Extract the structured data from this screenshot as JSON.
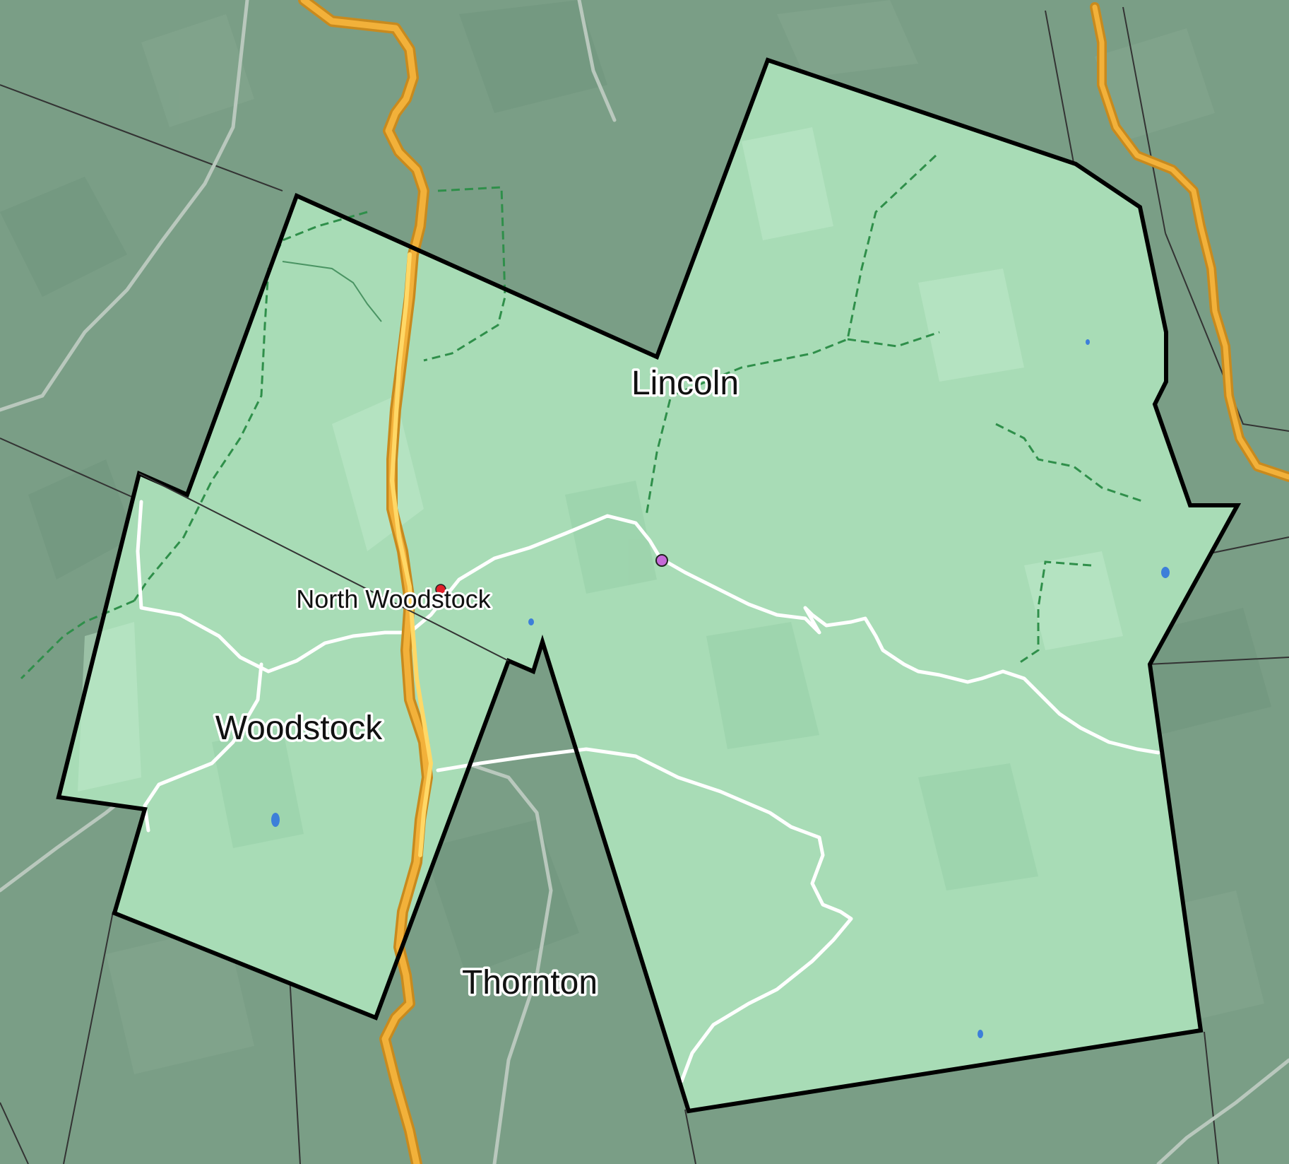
{
  "map": {
    "type": "township-boundary-map",
    "labels": {
      "lincoln": "Lincoln",
      "north_woodstock": "North Woodstock",
      "woodstock": "Woodstock",
      "thornton": "Thornton"
    },
    "colors": {
      "background": "#7a9e86",
      "highlight_fill": "#a8dcb6",
      "boundary": "#000000",
      "highway": "#f2b13a",
      "highway_outline": "#c88a1e",
      "road": "#ffffff",
      "trail": "#2f8f4a",
      "water": "#3d7fd9",
      "poi_marker": "#c56ad8",
      "place_marker": "#e0202a"
    },
    "icons": {
      "poi": "poi-dot-icon",
      "place": "place-dot-icon"
    }
  }
}
